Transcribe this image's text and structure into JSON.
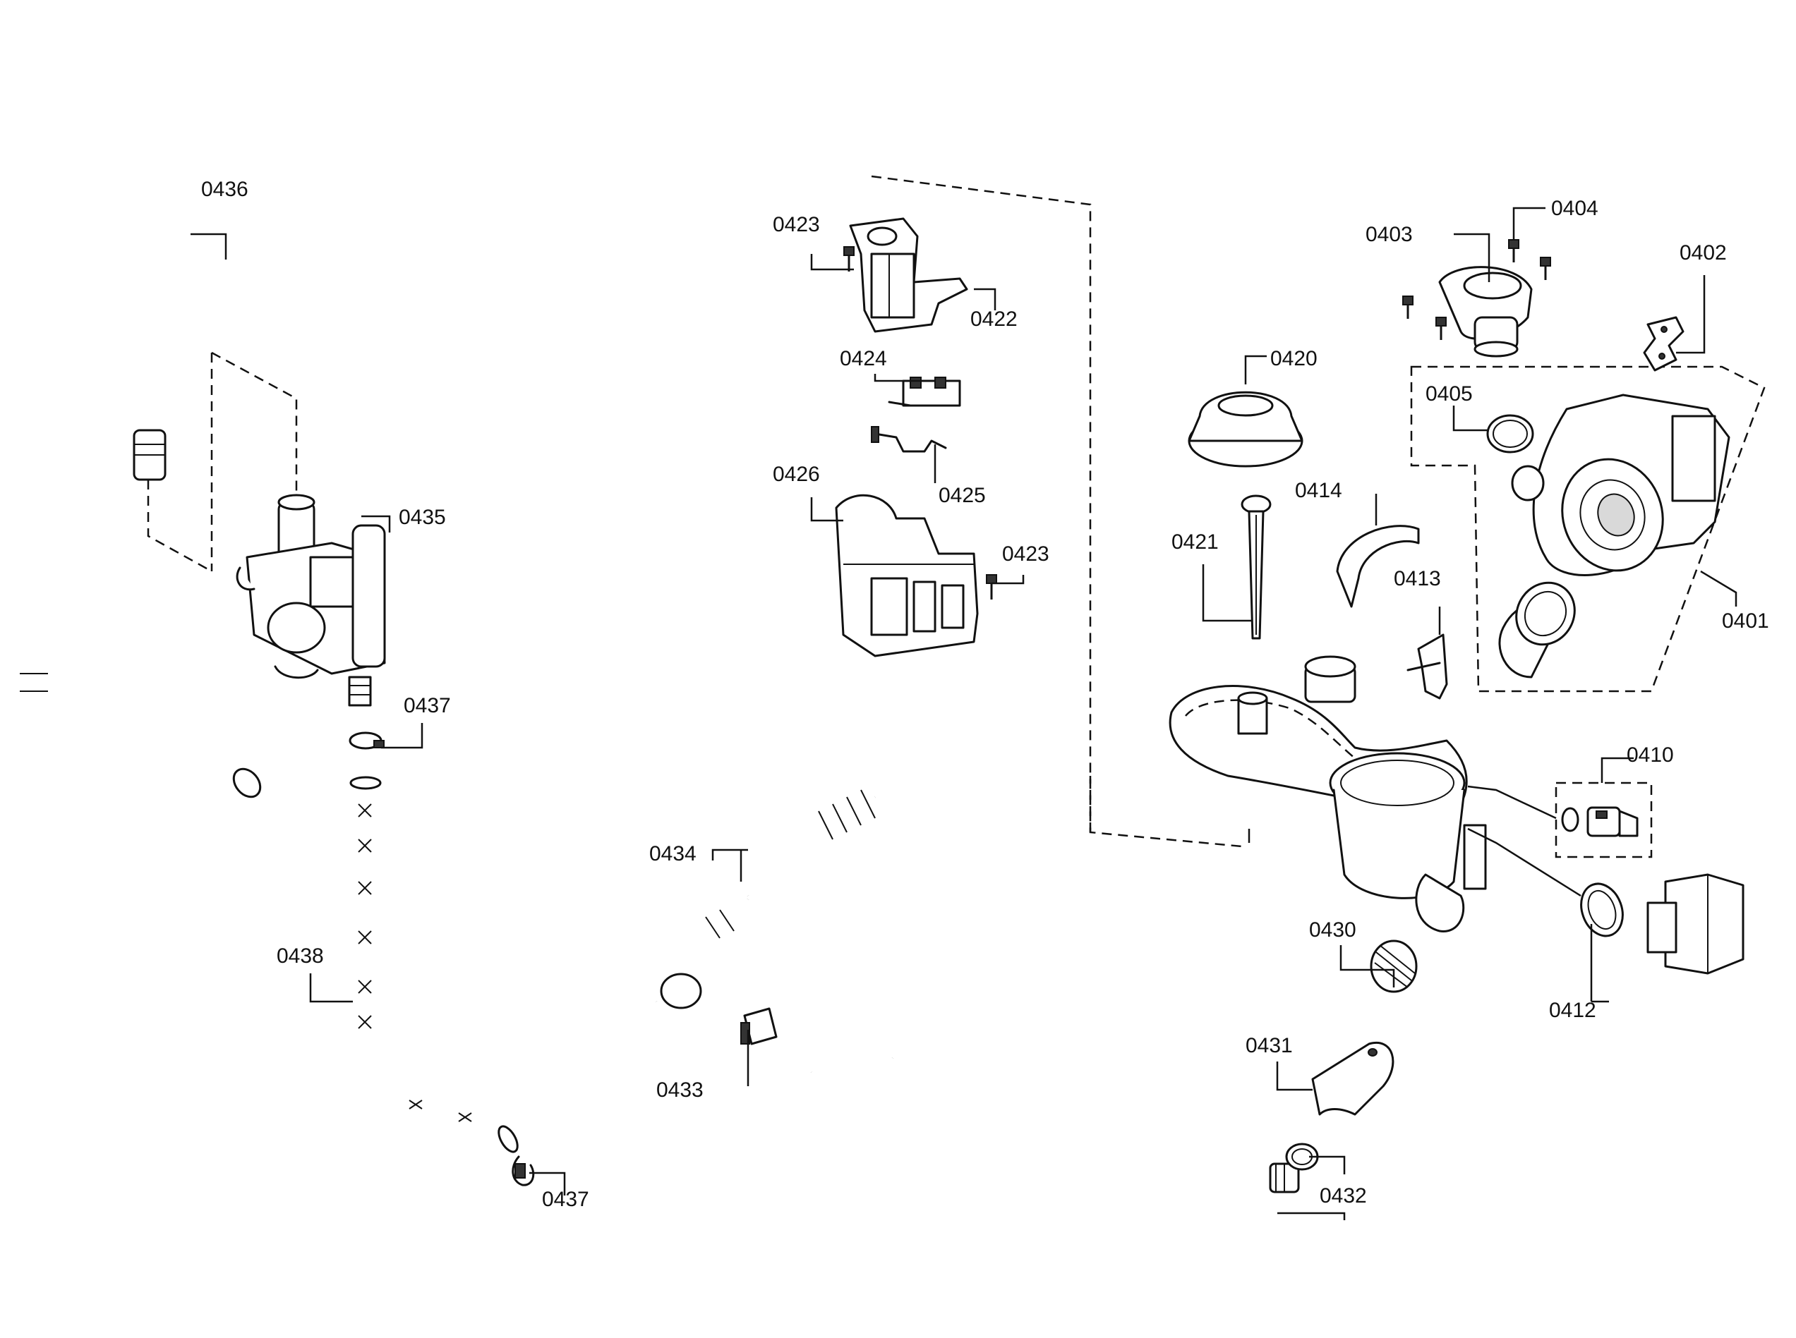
{
  "callouts": {
    "c0401": "0401",
    "c0402": "0402",
    "c0403": "0403",
    "c0404": "0404",
    "c0405": "0405",
    "c0410": "0410",
    "c0412": "0412",
    "c0413": "0413",
    "c0414": "0414",
    "c0420": "0420",
    "c0421": "0421",
    "c0422": "0422",
    "c0423a": "0423",
    "c0423b": "0423",
    "c0424": "0424",
    "c0425": "0425",
    "c0426": "0426",
    "c0430": "0430",
    "c0431": "0431",
    "c0432": "0432",
    "c0433": "0433",
    "c0434": "0434",
    "c0435": "0435",
    "c0436": "0436",
    "c0437a": "0437",
    "c0437b": "0437",
    "c0438": "0438"
  },
  "colors": {
    "line": "#111111",
    "background": "#ffffff"
  }
}
